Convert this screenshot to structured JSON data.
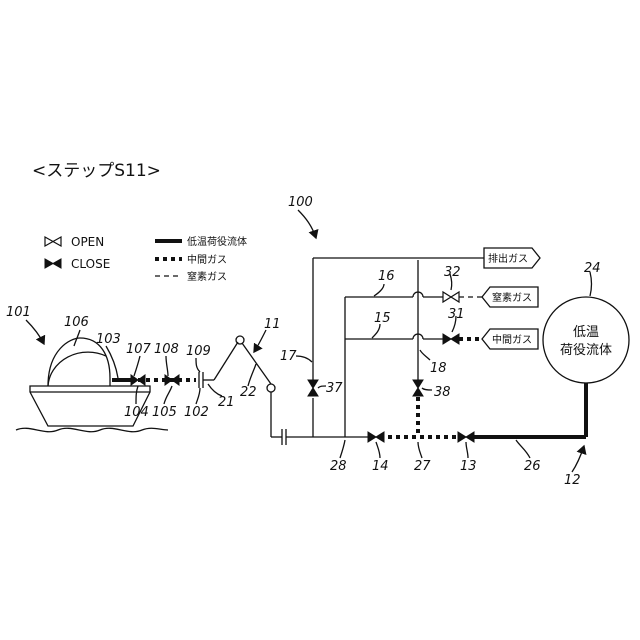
{
  "step_title": "<ステップS11>",
  "legend": {
    "open": "OPEN",
    "close": "CLOSE",
    "solid": "低温荷役流体",
    "dotted": "中間ガス",
    "dashed": "窒素ガス"
  },
  "tank": {
    "line1": "低温",
    "line2": "荷役流体"
  },
  "boxes": {
    "exhaust": "排出ガス",
    "nitrogen": "窒素ガス",
    "intermediate": "中間ガス"
  },
  "refs": {
    "r100": "100",
    "r101": "101",
    "r106": "106",
    "r103": "103",
    "r107": "107",
    "r108": "108",
    "r109": "109",
    "r104": "104",
    "r105": "105",
    "r102": "102",
    "r21": "21",
    "r22": "22",
    "r11": "11",
    "r17": "17",
    "r37": "37",
    "r16": "16",
    "r15": "15",
    "r32": "32",
    "r31": "31",
    "r18": "18",
    "r38": "38",
    "r24": "24",
    "r28": "28",
    "r14": "14",
    "r27": "27",
    "r13": "13",
    "r26": "26",
    "r12": "12"
  }
}
